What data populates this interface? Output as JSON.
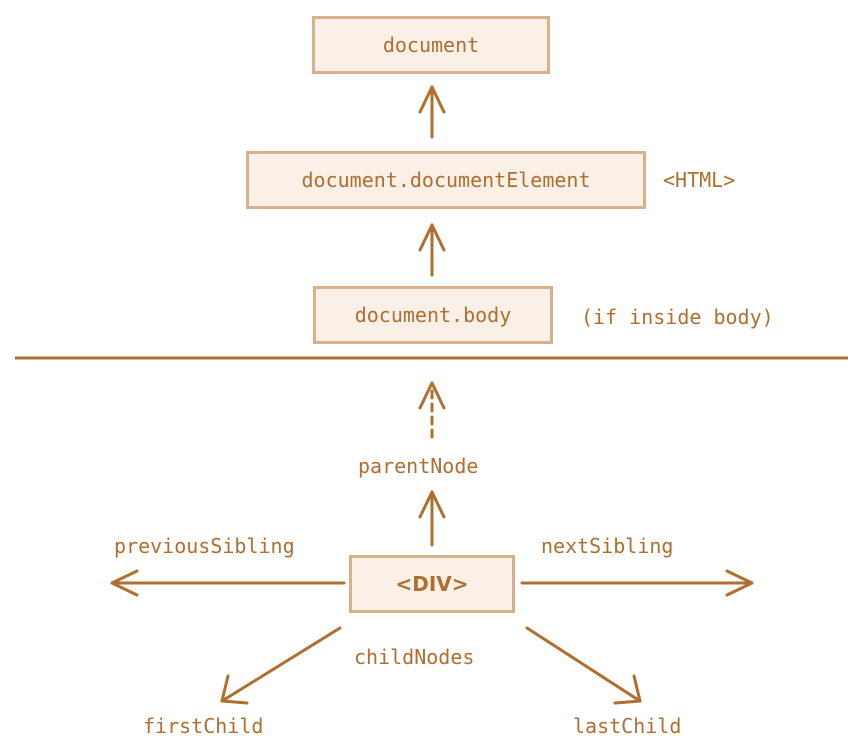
{
  "nodes": {
    "document": "document",
    "document_element": "document.documentElement",
    "body": "document.body",
    "div": "<DIV>"
  },
  "annotations": {
    "html": "<HTML>",
    "if_inside_body": "(if inside body)"
  },
  "links": {
    "parent_node": "parentNode",
    "previous_sibling": "previousSibling",
    "next_sibling": "nextSibling",
    "child_nodes": "childNodes",
    "first_child": "firstChild",
    "last_child": "lastChild"
  },
  "colors": {
    "stroke": "#b06e2f",
    "box_fill": "#fbf0e8",
    "box_border": "#d9b08c"
  }
}
